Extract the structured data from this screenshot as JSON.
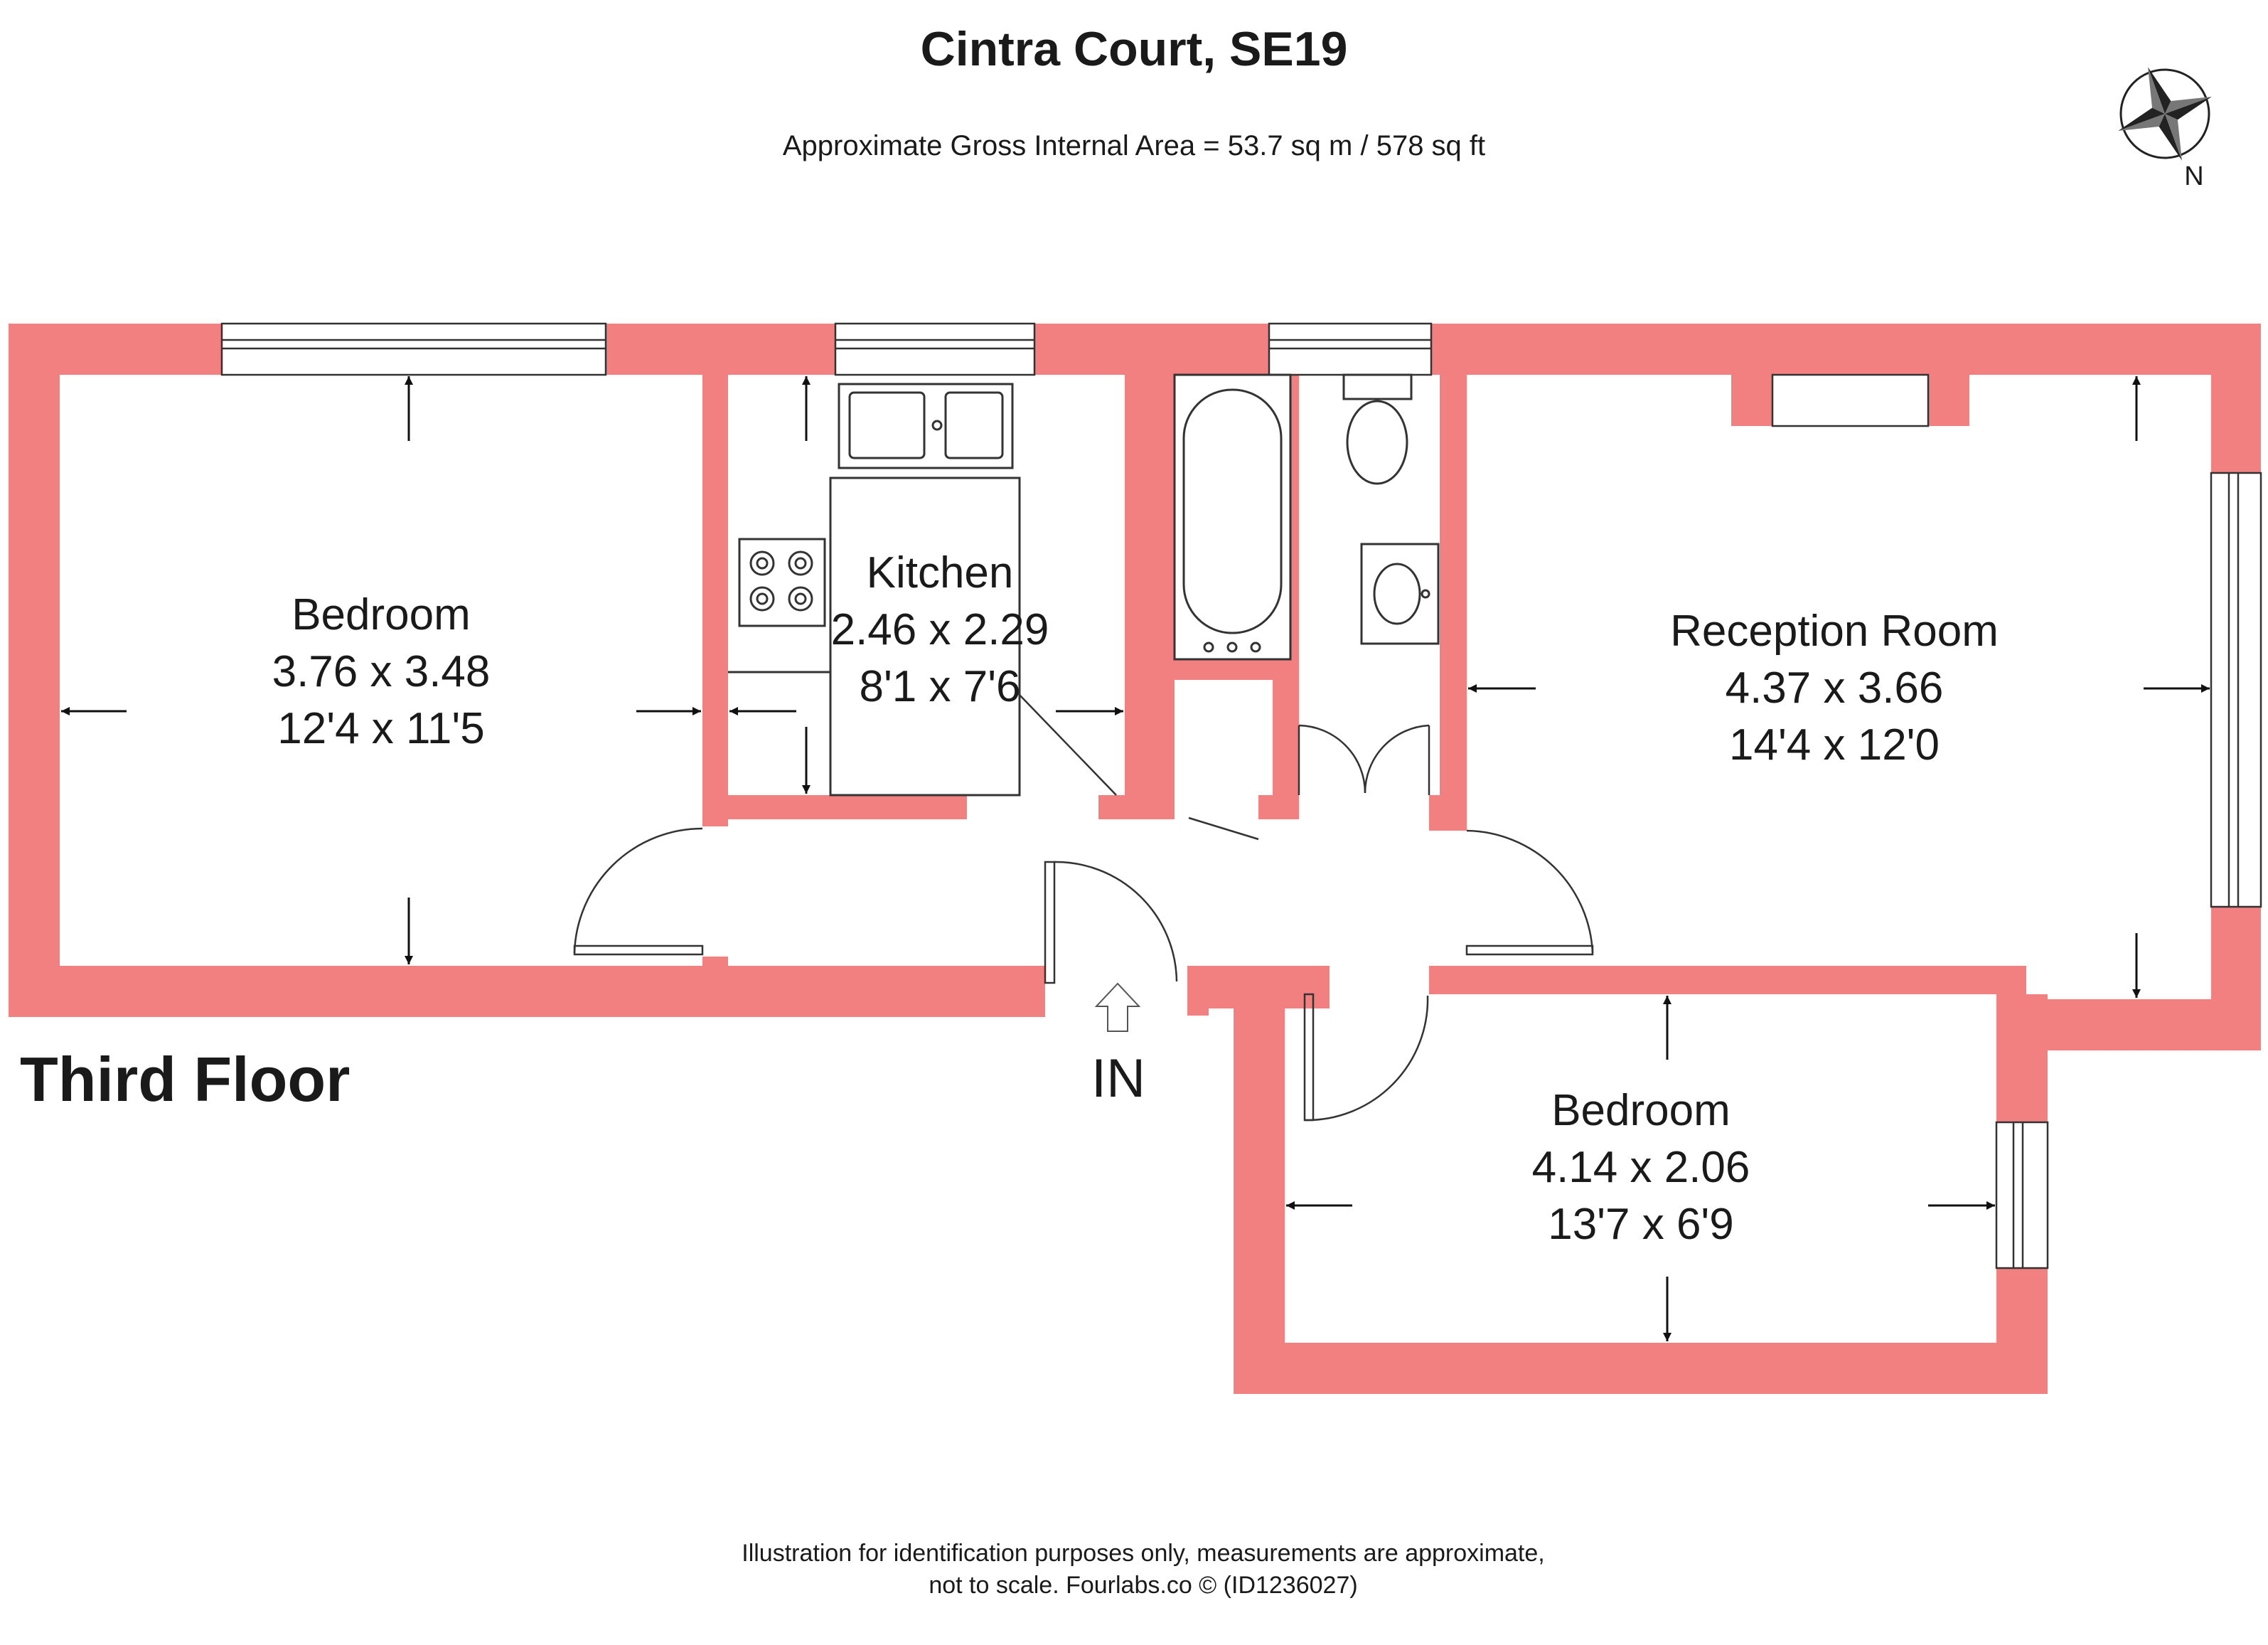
{
  "title": "Cintra Court, SE19",
  "subtitle": "Approximate Gross Internal Area = 53.7 sq m / 578 sq ft",
  "floor_label": "Third Floor",
  "entrance_label": "IN",
  "north_label": "N",
  "footer": {
    "line1": "Illustration for identification purposes only, measurements are approximate,",
    "line2": "not to scale. Fourlabs.co © (ID1236027)"
  },
  "rooms": {
    "bedroom1": {
      "name": "Bedroom",
      "metric": "3.76 x 3.48",
      "imperial": "12'4 x 11'5"
    },
    "kitchen": {
      "name": "Kitchen",
      "metric": "2.46 x 2.29",
      "imperial": "8'1 x 7'6"
    },
    "reception": {
      "name": "Reception Room",
      "metric": "4.37 x 3.66",
      "imperial": "14'4 x 12'0"
    },
    "bedroom2": {
      "name": "Bedroom",
      "metric": "4.14 x 2.06",
      "imperial": "13'7 x 6'9"
    }
  },
  "colors": {
    "wall": "#f28080"
  },
  "icons": {
    "compass": "compass-rose-icon",
    "entrance": "entrance-arrow-icon"
  }
}
